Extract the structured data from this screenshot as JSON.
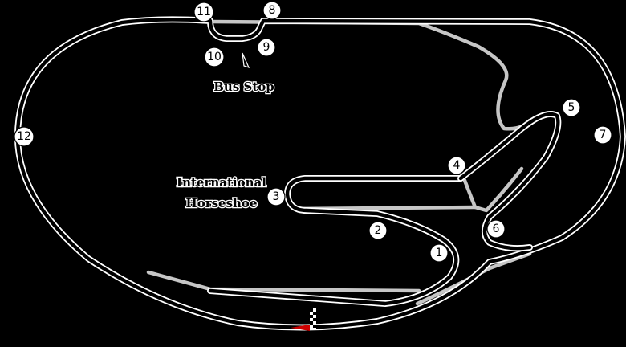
{
  "map": {
    "turns": [
      "1",
      "2",
      "3",
      "4",
      "5",
      "6",
      "7",
      "8",
      "9",
      "10",
      "11",
      "12"
    ],
    "labels": {
      "bus_stop": "Bus Stop",
      "international_line1": "International",
      "international_line2": "Horseshoe"
    },
    "colors": {
      "background": "#000000",
      "track_edge": "#ffffff",
      "alt_route": "#c6c6c6",
      "start_flag": "#cc0000"
    },
    "icons": [
      "checkered-flag-icon",
      "red-pennant-icon",
      "direction-arrow-icon"
    ]
  }
}
